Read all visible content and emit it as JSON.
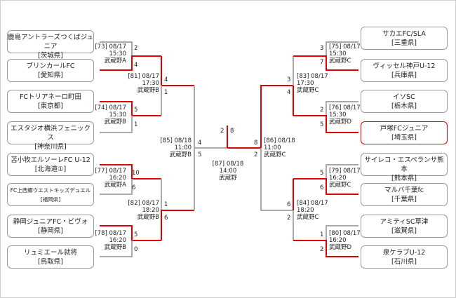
{
  "left_teams": [
    {
      "name": "鹿島アントラーズつくばジュニア",
      "prefecture": "[茨城県]"
    },
    {
      "name": "ブリンカールFC",
      "prefecture": "[愛知県]"
    },
    {
      "name": "FCトリアネーロ町田",
      "prefecture": "[東京都]"
    },
    {
      "name": "エスタジオ横浜フェニックス",
      "prefecture": "[神奈川県]"
    },
    {
      "name": "苫小牧エルソーレFC U-12",
      "prefecture": "[北海道①]"
    },
    {
      "name": "FC上西郷ウエストキッズデュエル",
      "prefecture": "[福岡県]"
    },
    {
      "name": "静岡ジュニアFC・ビヴォ",
      "prefecture": "[静岡県]"
    },
    {
      "name": "リュミエール就将",
      "prefecture": "[鳥取県]"
    }
  ],
  "right_teams": [
    {
      "name": "サカエFC/SLA",
      "prefecture": "[三重県]"
    },
    {
      "name": "ヴィッセル神戸U-12",
      "prefecture": "[兵庫県]"
    },
    {
      "name": "イソSC",
      "prefecture": "[栃木県]"
    },
    {
      "name": "戸塚FCジュニア",
      "prefecture": "[埼玉県]"
    },
    {
      "name": "サイレコ・エスペランサ熊本",
      "prefecture": "[熊本県]"
    },
    {
      "name": "マルバ千葉fc",
      "prefecture": "[千葉県]"
    },
    {
      "name": "アミティSC草津",
      "prefecture": "[滋賀県]"
    },
    {
      "name": "泉ケラブU-12",
      "prefecture": "[石川県]"
    }
  ],
  "matches": {
    "m73": {
      "line1": "[73] 08/17",
      "time": "15:30",
      "venue": "武蔵野A"
    },
    "m74": {
      "line1": "[74] 08/17",
      "time": "15:30",
      "venue": "武蔵野B"
    },
    "m77": {
      "line1": "[77] 08/17",
      "time": "16:20",
      "venue": "武蔵野A"
    },
    "m78": {
      "line1": "[78] 08/17",
      "time": "16:20",
      "venue": "武蔵野B"
    },
    "m81": {
      "line1": "[81] 08/17",
      "time": "17:30",
      "venue": "武蔵野B"
    },
    "m82": {
      "line1": "[82] 08/17",
      "time": "18:20",
      "venue": "武蔵野B"
    },
    "m85": {
      "line1": "[85] 08/18",
      "time": "11:00",
      "venue": "武蔵野B"
    },
    "m75": {
      "line1": "[75] 08/17",
      "time": "15:30",
      "venue": "武蔵野C"
    },
    "m76": {
      "line1": "[76] 08/17",
      "time": "15:30",
      "venue": "武蔵野D"
    },
    "m79": {
      "line1": "[79] 08/17",
      "time": "16:20",
      "venue": "武蔵野C"
    },
    "m80": {
      "line1": "[80] 08/17",
      "time": "16:20",
      "venue": "武蔵野D"
    },
    "m83": {
      "line1": "[83] 08/17",
      "time": "17:30",
      "venue": "武蔵野C"
    },
    "m84": {
      "line1": "[84] 08/17",
      "time": "18:20",
      "venue": "武蔵野C"
    },
    "m86": {
      "line1": "[86] 08/18",
      "time": "11:00",
      "venue": "武蔵野C"
    },
    "m87": {
      "line1": "[87] 08/18",
      "time": "14:00",
      "venue": "武蔵野"
    }
  },
  "scores": {
    "s73a": "2",
    "s73b": "4",
    "s74a": "5",
    "s74b": "1",
    "s77a": "10",
    "s77b": "6",
    "s78a": "5",
    "s78b": "0",
    "s81a": "4",
    "s81b": "1",
    "s82a": "1",
    "s82b": "6",
    "s85a": "4",
    "s85b": "5",
    "s75a": "3",
    "s75b": "7",
    "s76a": "2",
    "s76b": "5",
    "s79a": "5",
    "s79b": "6",
    "s80a": "1",
    "s80b": "2",
    "s83a": "3",
    "s83b": "4",
    "s84a": "6",
    "s84b": "2",
    "s86a": "8",
    "s86b": "2",
    "final_left": "2",
    "final_right": "8"
  },
  "colors": {
    "win": "#e00000",
    "lose": "#aaaaaa",
    "text": "#222222"
  }
}
